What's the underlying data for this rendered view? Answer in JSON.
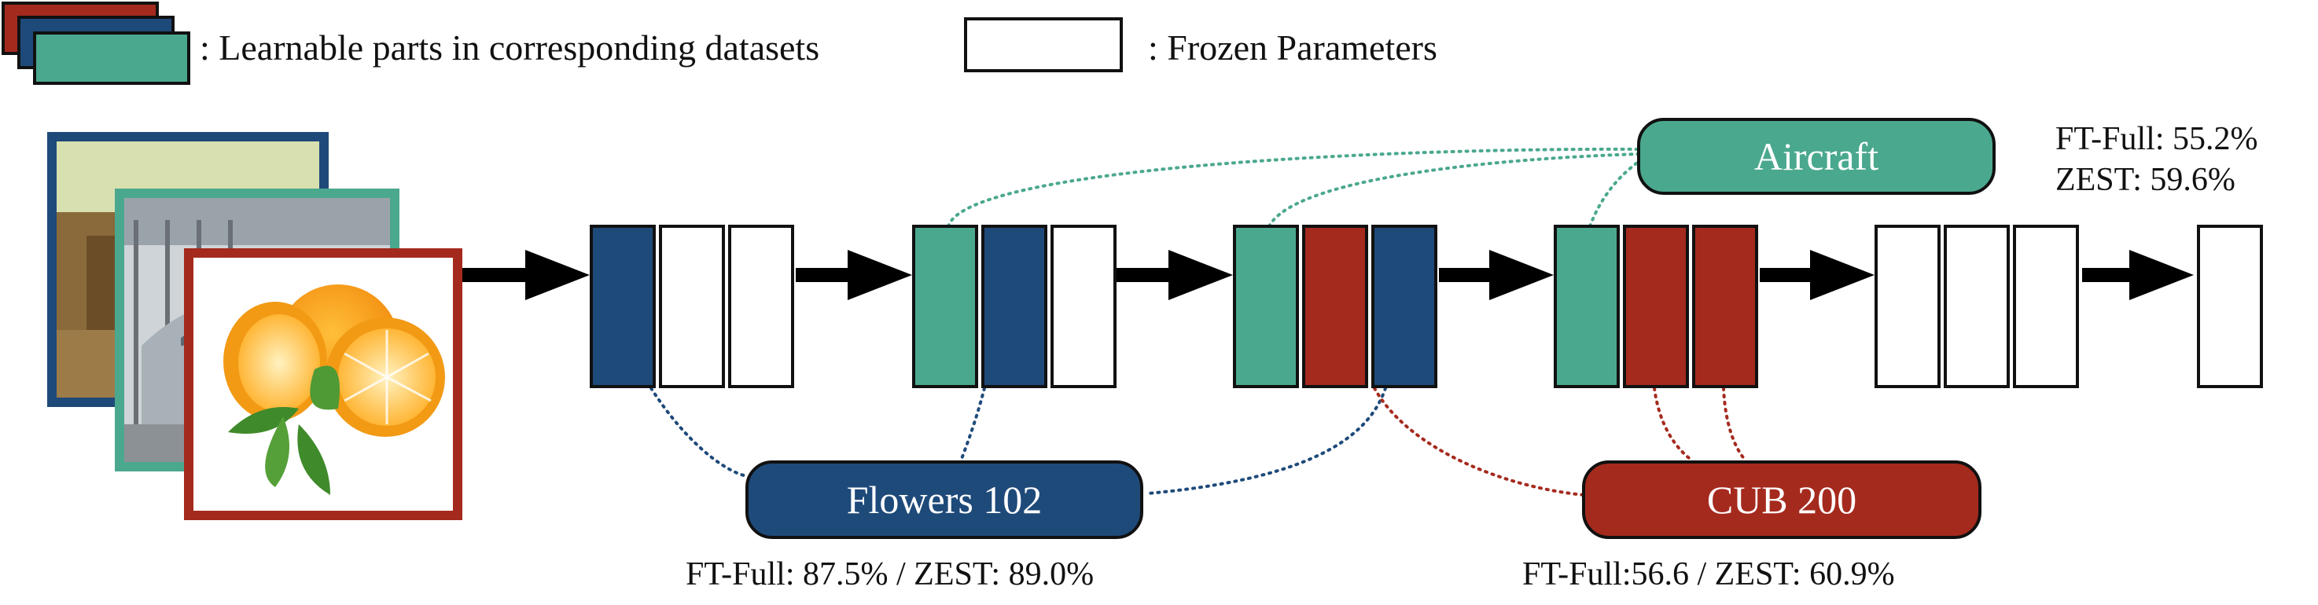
{
  "legend": {
    "learnable_label": ": Learnable parts in corresponding datasets",
    "frozen_label": ": Frozen Parameters"
  },
  "colors": {
    "aircraft": "#4aa88e",
    "flowers": "#1e4a7a",
    "cub": "#a52a1e",
    "frozen": "#ffffff",
    "stroke": "#111111"
  },
  "images": [
    {
      "name": "aircraft-image",
      "frame": "flowers"
    },
    {
      "name": "car-image",
      "frame": "aircraft"
    },
    {
      "name": "orange-image",
      "frame": "cub"
    }
  ],
  "datasets": {
    "aircraft": {
      "label": "Aircraft",
      "score_line1": "FT-Full:  55.2%",
      "score_line2": "ZEST: 59.6%"
    },
    "flowers": {
      "label": "Flowers 102",
      "score": "FT-Full:  87.5% / ZEST: 89.0%"
    },
    "cub": {
      "label": "CUB 200",
      "score": "FT-Full:56.6 / ZEST: 60.9%"
    }
  },
  "stages": [
    {
      "blocks": [
        "flowers",
        "frozen",
        "frozen"
      ]
    },
    {
      "blocks": [
        "aircraft",
        "flowers",
        "frozen"
      ]
    },
    {
      "blocks": [
        "aircraft",
        "cub",
        "flowers"
      ]
    },
    {
      "blocks": [
        "aircraft",
        "cub",
        "cub"
      ]
    },
    {
      "blocks": [
        "frozen",
        "frozen",
        "frozen"
      ]
    },
    {
      "blocks": [
        "frozen"
      ]
    }
  ]
}
